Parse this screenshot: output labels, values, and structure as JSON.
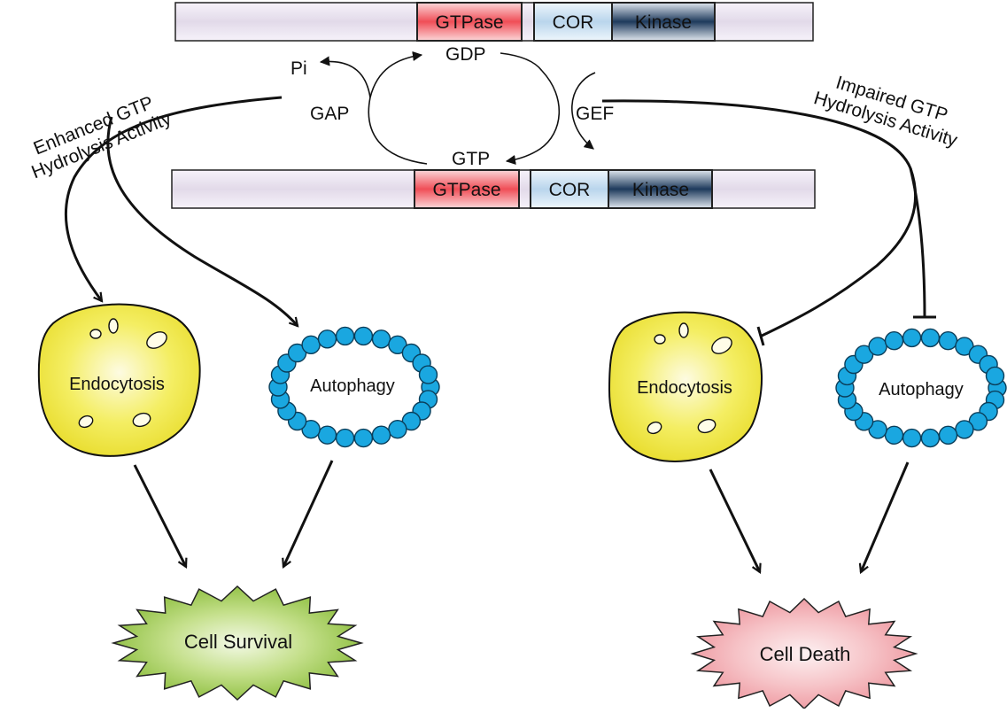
{
  "protein_bars": [
    {
      "id": "gdp-bound",
      "domains": [
        "GTPase",
        "COR",
        "Kinase"
      ]
    },
    {
      "id": "gtp-bound",
      "domains": [
        "GTPase",
        "COR",
        "Kinase"
      ]
    }
  ],
  "cycle": {
    "gdp": "GDP",
    "gtp": "GTP",
    "pi": "Pi",
    "gap": "GAP",
    "gef": "GEF"
  },
  "left_pathway": {
    "label_line1": "Enhanced GTP",
    "label_line2": "Hydrolysis Activity",
    "endocytosis": "Endocytosis",
    "autophagy": "Autophagy",
    "outcome": "Cell Survival",
    "outcome_color": "#7fbf2e"
  },
  "right_pathway": {
    "label_line1": "Impaired GTP",
    "label_line2": "Hydrolysis Activity",
    "endocytosis": "Endocytosis",
    "autophagy": "Autophagy",
    "outcome": "Cell Death",
    "outcome_color": "#ee8f98"
  },
  "colors": {
    "gtpase": "#f25b63",
    "cor": "#bcd8ee",
    "kinase": "#1f3a5c",
    "bar": "#e6e0ee",
    "endosome": "#ede64a",
    "vesicle": "#1aa7e0"
  }
}
